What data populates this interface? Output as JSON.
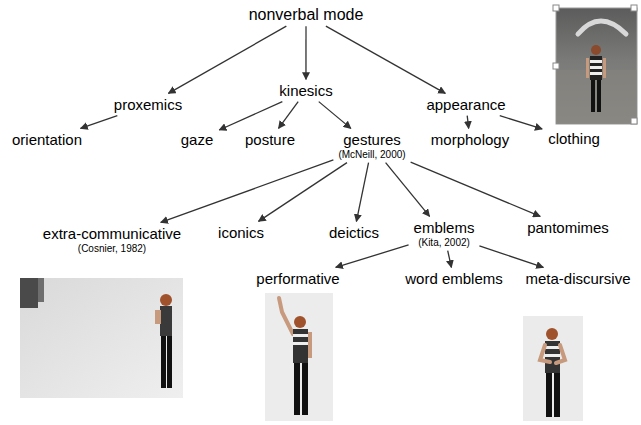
{
  "diagram": {
    "nodes": [
      {
        "text": [
          "nonverbal mode"
        ]
      },
      {
        "text": [
          "proxemics"
        ]
      },
      {
        "text": [
          "kinesics"
        ]
      },
      {
        "text": [
          "appearance"
        ]
      },
      {
        "text": [
          "orientation"
        ]
      },
      {
        "text": [
          "gaze"
        ]
      },
      {
        "text": [
          "posture"
        ]
      },
      {
        "text": [
          "gestures",
          "(McNeill, 2000)"
        ]
      },
      {
        "text": [
          "morphology"
        ]
      },
      {
        "text": [
          "clothing"
        ]
      },
      {
        "text": [
          "extra-communicative",
          "(Cosnier, 1982)"
        ]
      },
      {
        "text": [
          "iconics"
        ]
      },
      {
        "text": [
          "deictics"
        ]
      },
      {
        "text": [
          "emblems",
          "(Kita, 2002)"
        ]
      },
      {
        "text": [
          "pantomimes"
        ]
      },
      {
        "text": [
          "performative"
        ]
      },
      {
        "text": [
          "word emblems"
        ]
      },
      {
        "text": [
          "meta-discursive"
        ]
      }
    ],
    "edges": [
      {
        "from": 0,
        "to": 1,
        "arrow": "to"
      },
      {
        "from": 0,
        "to": 2,
        "arrow": "to"
      },
      {
        "from": 0,
        "to": 3,
        "arrow": "to"
      },
      {
        "from": 1,
        "to": 4,
        "arrow": "to"
      },
      {
        "from": 2,
        "to": 5,
        "arrow": "to"
      },
      {
        "from": 2,
        "to": 6,
        "arrow": "to"
      },
      {
        "from": 2,
        "to": 7,
        "arrow": "to"
      },
      {
        "from": 3,
        "to": 8,
        "arrow": "to"
      },
      {
        "from": 3,
        "to": 9,
        "arrow": "to"
      },
      {
        "from": 7,
        "to": 10,
        "arrow": "to"
      },
      {
        "from": 7,
        "to": 11,
        "arrow": "to"
      },
      {
        "from": 7,
        "to": 12,
        "arrow": "to"
      },
      {
        "from": 7,
        "to": 13,
        "arrow": "to"
      },
      {
        "from": 7,
        "to": 14,
        "arrow": "to"
      },
      {
        "from": 13,
        "to": 15,
        "arrow": "to"
      },
      {
        "from": 13,
        "to": 16,
        "arrow": "to"
      },
      {
        "from": 13,
        "to": 17,
        "arrow": "to"
      }
    ]
  }
}
